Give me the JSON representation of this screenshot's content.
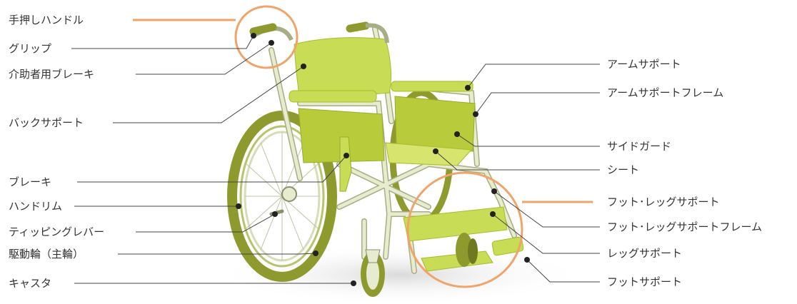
{
  "colors": {
    "accent": "#f0a46a",
    "frame": "#e8eccf",
    "frame_stroke": "#a7ad84",
    "seat": "#c9dc55",
    "seat_dark": "#a9bb2c",
    "wheel": "#8f9a2e",
    "line": "#444444"
  },
  "labels": {
    "hand_push_handle": "手押しハンドル",
    "grip": "グリップ",
    "attendant_brake": "介助者用ブレーキ",
    "back_support": "バックサポート",
    "brake": "ブレーキ",
    "handrim": "ハンドリム",
    "tipping_lever": "ティッピングレバー",
    "drive_wheel": "駆動輪（主輪）",
    "caster": "キャスタ",
    "arm_support": "アームサポート",
    "arm_support_frame": "アームサポートフレーム",
    "side_guard": "サイドガード",
    "seat": "シート",
    "foot_leg_support": "フット･レッグサポート",
    "foot_leg_support_frame": "フット･レッグサポートフレーム",
    "leg_support": "レッグサポート",
    "foot_support": "フットサポート"
  }
}
